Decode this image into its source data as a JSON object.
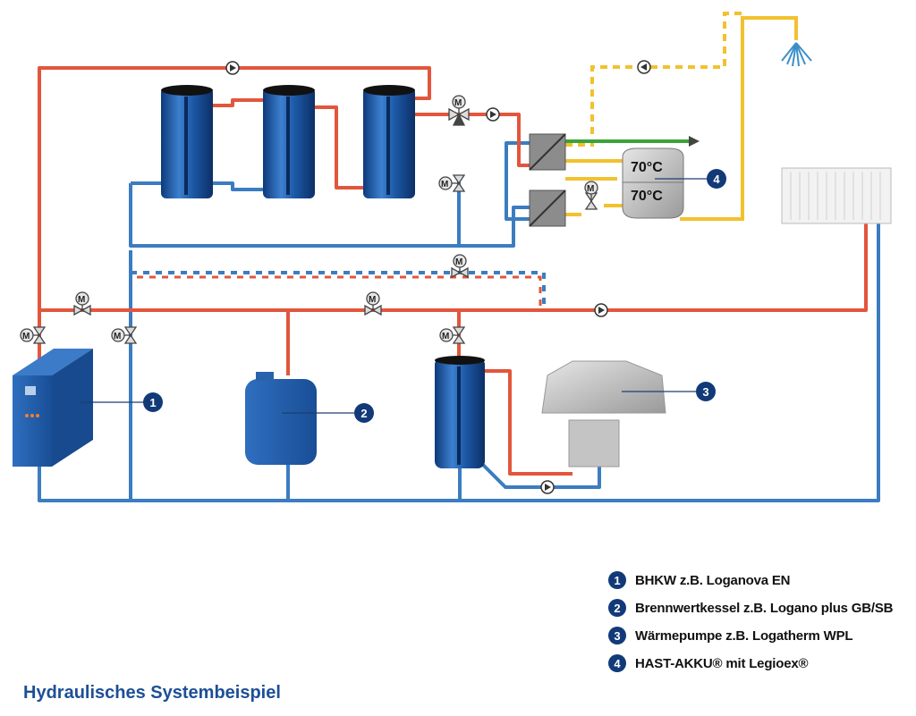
{
  "page_title": "Hydraulisches Systembeispiel",
  "temperatures": {
    "top": "70°C",
    "bottom": "70°C"
  },
  "valve_motor_letter": "M",
  "callouts": [
    "1",
    "2",
    "3",
    "4"
  ],
  "legend": [
    {
      "number": "1",
      "text": "BHKW z.B. Loganova EN"
    },
    {
      "number": "2",
      "text": "Brennwertkessel z.B. Logano plus GB/SB"
    },
    {
      "number": "3",
      "text": "Wärmepumpe z.B. Logatherm WPL"
    },
    {
      "number": "4",
      "text": "HAST-AKKU® mit Legioex®"
    }
  ],
  "colors": {
    "supply_pipe": "#e2563c",
    "return_pipe": "#3b7dc0",
    "hot_water_pipe": "#f2c12e",
    "green_pipe": "#3aa33a",
    "tank_blue": "#1f5ba8",
    "badge": "#123a78",
    "title": "#1d4f96"
  }
}
